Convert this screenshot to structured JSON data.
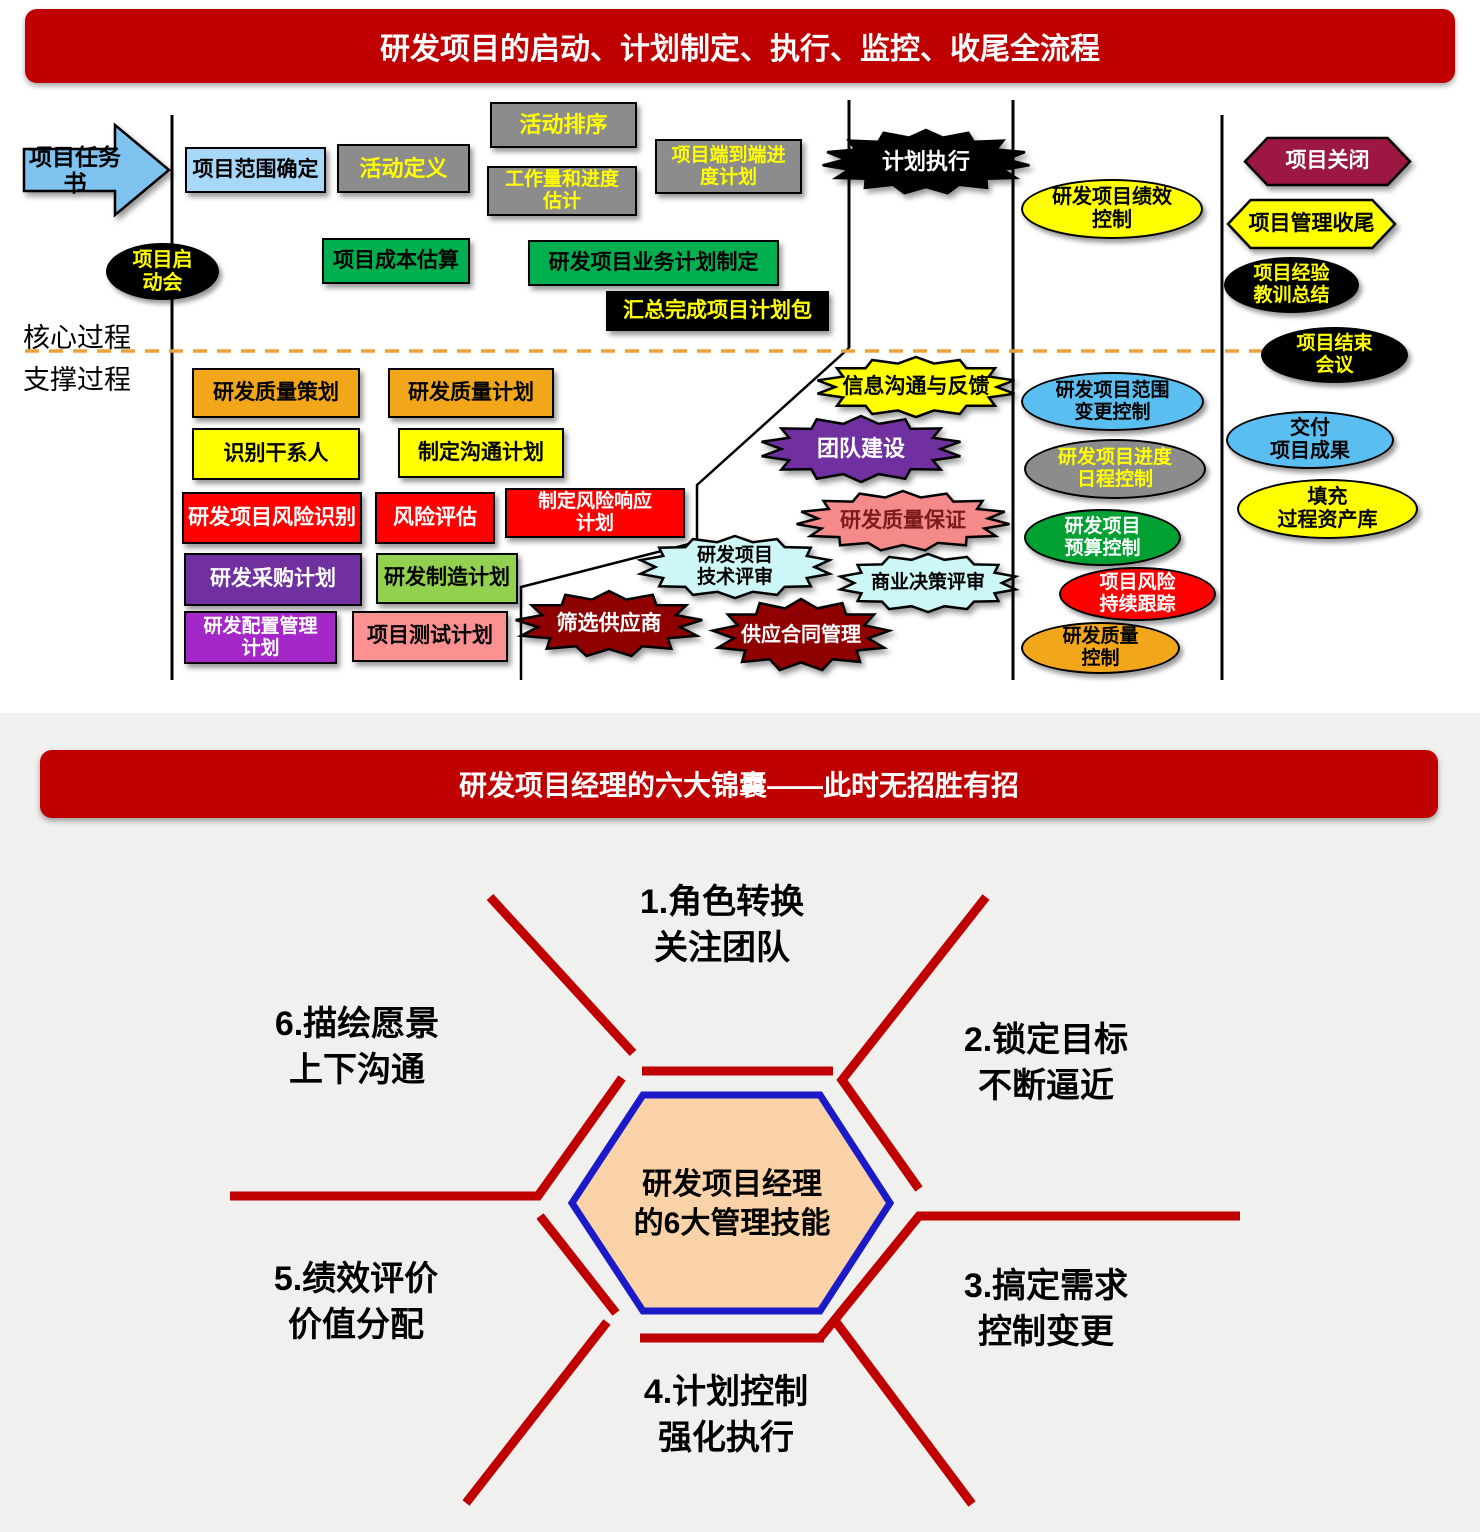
{
  "palette": {
    "banner_red": "#C00000",
    "web_red": "#C00000",
    "dashed_line": "#E8A33D",
    "center_hex_fill": "#FAD2A8",
    "center_hex_border": "#1A1AC8"
  },
  "top_chart": {
    "title": "研发项目的启动、计划制定、执行、监控、收尾全流程",
    "lane_core": "核心过程",
    "lane_support": "支撑过程",
    "nodes": {
      "task_book": {
        "label": "项目任务书",
        "fill": "#7EC2F0",
        "text": "#000000"
      },
      "scope": {
        "label": "项目范围确定",
        "fill": "#A8D8F8",
        "text": "#000000"
      },
      "activity_def": {
        "label": "活动定义",
        "fill": "#8C8C8C",
        "text": "#FFFF00"
      },
      "activity_seq": {
        "label": "活动排序",
        "fill": "#8C8C8C",
        "text": "#FFFF00"
      },
      "workload": {
        "label": "工作量和进度\n估计",
        "fill": "#8C8C8C",
        "text": "#FFFF00"
      },
      "e2e_schedule": {
        "label": "项目端到端进\n度计划",
        "fill": "#8C8C8C",
        "text": "#FFFF00"
      },
      "kickoff": {
        "label": "项目启\n动会",
        "fill": "#000000",
        "text": "#FFFF00"
      },
      "cost": {
        "label": "项目成本估算",
        "fill": "#00B050",
        "text": "#000000"
      },
      "business_plan": {
        "label": "研发项目业务计划制定",
        "fill": "#00B050",
        "text": "#000000"
      },
      "plan_package": {
        "label": "汇总完成项目计划包",
        "fill": "#000000",
        "text": "#FFFF00"
      },
      "plan_exec": {
        "label": "计划执行",
        "fill": "#000000",
        "text": "#FFFFFF"
      },
      "perf_control": {
        "label": "研发项目绩效\n控制",
        "fill": "#FFFF00",
        "text": "#000000"
      },
      "close": {
        "label": "项目关闭",
        "fill": "#9C1843",
        "text": "#FFFFFF"
      },
      "mgmt_closeout": {
        "label": "项目管理收尾",
        "fill": "#FFFF00",
        "text": "#000000"
      },
      "lessons": {
        "label": "项目经验\n教训总结",
        "fill": "#000000",
        "text": "#FFFF00"
      },
      "end_meeting": {
        "label": "项目结束\n会议",
        "fill": "#000000",
        "text": "#FFFF00"
      },
      "quality_strategy": {
        "label": "研发质量策划",
        "fill": "#F2A71B",
        "text": "#000000"
      },
      "quality_plan": {
        "label": "研发质量计划",
        "fill": "#F2A71B",
        "text": "#000000"
      },
      "stakeholders": {
        "label": "识别干系人",
        "fill": "#FFFF00",
        "text": "#000000"
      },
      "comm_plan": {
        "label": "制定沟通计划",
        "fill": "#FFFF00",
        "text": "#000000"
      },
      "risk_id": {
        "label": "研发项目风险识别",
        "fill": "#FF0000",
        "text": "#FFFFFF"
      },
      "risk_eval": {
        "label": "风险评估",
        "fill": "#FF0000",
        "text": "#FFFFFF"
      },
      "risk_response": {
        "label": "制定风险响应\n计划",
        "fill": "#FF0000",
        "text": "#FFFFFF"
      },
      "procurement": {
        "label": "研发采购计划",
        "fill": "#7030A0",
        "text": "#FFFFFF"
      },
      "manufacturing": {
        "label": "研发制造计划",
        "fill": "#92D050",
        "text": "#000000"
      },
      "config_mgmt": {
        "label": "研发配置管理\n计划",
        "fill": "#A428C8",
        "text": "#FFFFFF"
      },
      "test_plan": {
        "label": "项目测试计划",
        "fill": "#FB9191",
        "text": "#000000"
      },
      "info_comm": {
        "label": "信息沟通与反馈",
        "fill": "#FFFF00",
        "text": "#000000"
      },
      "team_building": {
        "label": "团队建设",
        "fill": "#7030A0",
        "text": "#FFFFFF"
      },
      "qa": {
        "label": "研发质量保证",
        "fill": "#F58A8A",
        "text": "#7B1A1A"
      },
      "tech_review": {
        "label": "研发项目\n技术评审",
        "fill": "#CDF6F6",
        "text": "#000000"
      },
      "biz_review": {
        "label": "商业决策评审",
        "fill": "#CDF6F6",
        "text": "#000000"
      },
      "supplier_select": {
        "label": "筛选供应商",
        "fill": "#8F0000",
        "text": "#FFFFFF"
      },
      "supply_contract": {
        "label": "供应合同管理",
        "fill": "#8F0000",
        "text": "#FFFFFF"
      },
      "scope_change": {
        "label": "研发项目范围\n变更控制",
        "fill": "#5ABEF0",
        "text": "#000000"
      },
      "schedule_control": {
        "label": "研发项目进度\n日程控制",
        "fill": "#8C8C8C",
        "text": "#FFFF00"
      },
      "budget_control": {
        "label": "研发项目\n预算控制",
        "fill": "#00A032",
        "text": "#FFFFFF"
      },
      "risk_tracking": {
        "label": "项目风险\n持续跟踪",
        "fill": "#FF0000",
        "text": "#FFFFFF"
      },
      "quality_control": {
        "label": "研发质量\n控制",
        "fill": "#F2A71B",
        "text": "#000000"
      },
      "deliver": {
        "label": "交付\n项目成果",
        "fill": "#5ABEF0",
        "text": "#000000"
      },
      "asset_lib": {
        "label": "填充\n过程资产库",
        "fill": "#FFFF00",
        "text": "#000000"
      }
    }
  },
  "bottom_chart": {
    "title": "研发项目经理的六大锦囊——此时无招胜有招",
    "center_label": "研发项目经理\n的6大管理技能",
    "items": [
      "1.角色转换\n关注团队",
      "2.锁定目标\n不断逼近",
      "3.搞定需求\n控制变更",
      "4.计划控制\n强化执行",
      "5.绩效评价\n价值分配",
      "6.描绘愿景\n上下沟通"
    ]
  }
}
